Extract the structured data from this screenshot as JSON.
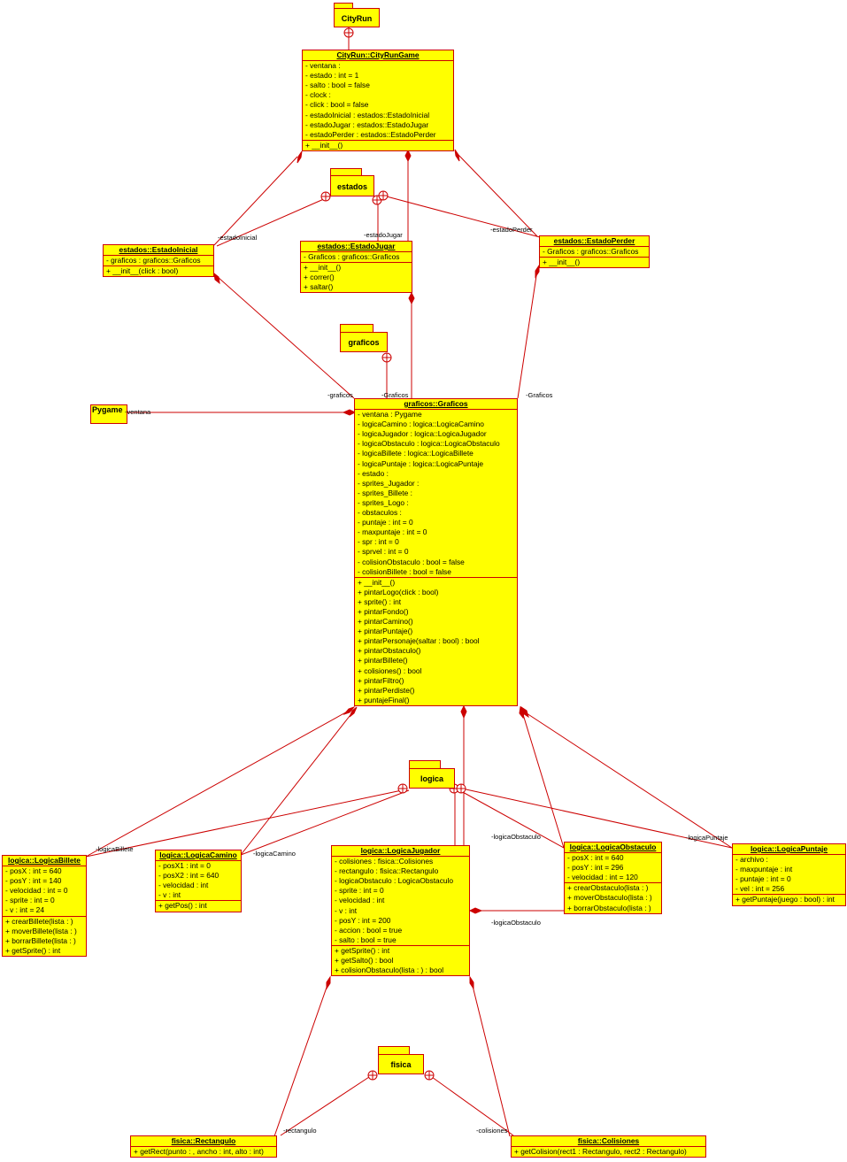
{
  "diagram": {
    "colors": {
      "fill": "#ffff00",
      "stroke": "#cc0000"
    },
    "packages": {
      "cityrun": "CityRun",
      "estados": "estados",
      "graficos": "graficos",
      "logica": "logica",
      "fisica": "fisica"
    },
    "pygame": "Pygame",
    "classes": {
      "game": {
        "title": "CityRun::CityRunGame",
        "attrs": [
          "- ventana :",
          "- estado : int = 1",
          "- salto : bool = false",
          "- clock :",
          "- click : bool = false",
          "- estadoInicial : estados::EstadoInicial",
          "- estadoJugar : estados::EstadoJugar",
          "- estadoPerder : estados::EstadoPerder"
        ],
        "ops": [
          "+ __init__()"
        ]
      },
      "inicial": {
        "title": "estados::EstadoInicial",
        "attrs": [
          "- graficos : graficos::Graficos"
        ],
        "ops": [
          "+ __init__(click : bool)"
        ]
      },
      "jugar": {
        "title": "estados::EstadoJugar",
        "attrs": [
          "- Graficos : graficos::Graficos"
        ],
        "ops": [
          "+ __init__()",
          "+ correr()",
          "+ saltar()"
        ]
      },
      "perder": {
        "title": "estados::EstadoPerder",
        "attrs": [
          "- Graficos : graficos::Graficos"
        ],
        "ops": [
          "+ __init__()"
        ]
      },
      "graficos": {
        "title": "graficos::Graficos",
        "attrs": [
          "- ventana : Pygame",
          "- logicaCamino : logica::LogicaCamino",
          "- logicaJugador : logica::LogicaJugador",
          "- logicaObstaculo : logica::LogicaObstaculo",
          "- logicaBillete : logica::LogicaBillete",
          "- logicaPuntaje : logica::LogicaPuntaje",
          "- estado :",
          "- sprites_Jugador :",
          "- sprites_Billete :",
          "- sprites_Logo :",
          "- obstaculos :",
          "- puntaje : int = 0",
          "- maxpuntaje : int = 0",
          "- spr : int = 0",
          "- sprvel : int = 0",
          "- colisionObstaculo : bool = false",
          "- colisionBillete : bool = false"
        ],
        "ops": [
          "+ __init__()",
          "+ pintarLogo(click : bool)",
          "+ sprite() : int",
          "+ pintarFondo()",
          "+ pintarCamino()",
          "+ pintarPuntaje()",
          "+ pintarPersonaje(saltar : bool) : bool",
          "+ pintarObstaculo()",
          "+ pintarBillete()",
          "+ colisiones() : bool",
          "+ pintarFiltro()",
          "+ pintarPerdiste()",
          "+ puntajeFinal()"
        ]
      },
      "billete": {
        "title": "logica::LogicaBillete",
        "attrs": [
          "- posX : int = 640",
          "- posY : int = 140",
          "- velocidad : int = 0",
          "- sprite : int = 0",
          "- v : int = 24"
        ],
        "ops": [
          "+ crearBillete(lista : )",
          "+ moverBillete(lista : )",
          "+ borrarBillete(lista : )",
          "+ getSprite() : int"
        ]
      },
      "camino": {
        "title": "logica::LogicaCamino",
        "attrs": [
          "- posX1 : int = 0",
          "- posX2 : int = 640",
          "- velocidad : int",
          "- v : int"
        ],
        "ops": [
          "+ getPos() : int"
        ]
      },
      "jugador": {
        "title": "logica::LogicaJugador",
        "attrs": [
          "- colisiones : fisica::Colisiones",
          "- rectangulo : fisica::Rectangulo",
          "- logicaObstaculo : LogicaObstaculo",
          "- sprite : int = 0",
          "- velocidad : int",
          "- v : int",
          "- posY : int = 200",
          "- accion : bool = true",
          "- salto : bool = true"
        ],
        "ops": [
          "+ getSprite() : int",
          "+ getSalto() : bool",
          "+ colisionObstaculo(lista : ) : bool"
        ]
      },
      "obstaculo": {
        "title": "logica::LogicaObstaculo",
        "attrs": [
          "- posX : int = 640",
          "- posY : int = 296",
          "- velocidad : int = 120"
        ],
        "ops": [
          "+ crearObstaculo(lista : )",
          "+ moverObstaculo(lista : )",
          "+ borrarObstaculo(lista : )"
        ]
      },
      "puntaje": {
        "title": "logica::LogicaPuntaje",
        "attrs": [
          "- archivo :",
          "- maxpuntaje : int",
          "- puntaje : int = 0",
          "- vel : int = 256"
        ],
        "ops": [
          "+ getPuntaje(juego : bool) : int"
        ]
      },
      "rectangulo": {
        "title": "fisica::Rectangulo",
        "attrs": [],
        "ops": [
          "+ getRect(punto : , ancho : int, alto : int)"
        ]
      },
      "colisiones": {
        "title": "fisica::Colisiones",
        "attrs": [],
        "ops": [
          "+ getColision(rect1 : Rectangulo, rect2 : Rectangulo)"
        ]
      }
    },
    "roles": {
      "estadoInicial": "-estadoInicial",
      "estadoJugar": "-estadoJugar",
      "estadoPerder": "-estadoPerder",
      "graficosInicial": "-graficos",
      "graficosJugar": "-Graficos",
      "graficosPerder": "-Graficos",
      "ventana": "-ventana",
      "logicaBillete": "-logicaBillete",
      "logicaCamino": "-logicaCamino",
      "logicaObstaculo1": "-logicaObstaculo",
      "logicaPuntaje": "-logicaPuntaje",
      "logicaObstaculo2": "-logicaObstaculo",
      "rectangulo": "-rectangulo",
      "colisiones": "-colisiones"
    }
  }
}
